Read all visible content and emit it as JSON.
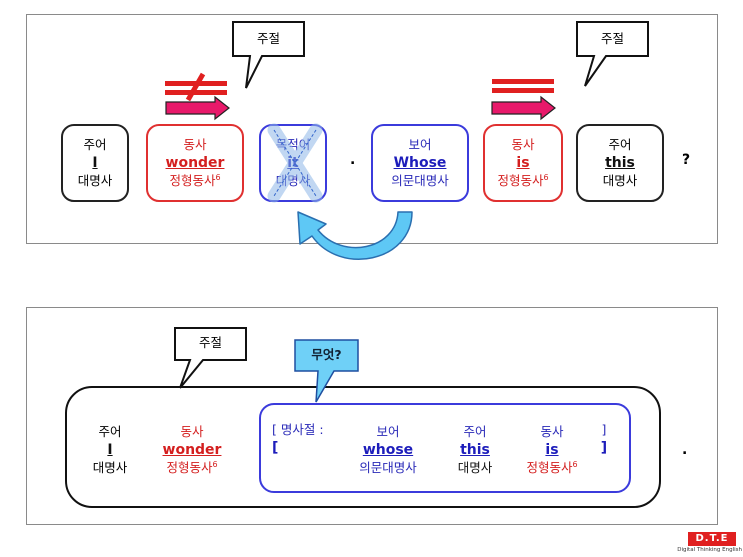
{
  "top": {
    "callout1": "주절",
    "callout2": "주절",
    "subj": {
      "role": "주어",
      "word": "I",
      "pos": "대명사"
    },
    "verb1": {
      "role": "동사",
      "word": "wonder",
      "pos": "정형동사",
      "sup": "6"
    },
    "obj": {
      "role": "목적어",
      "word": "it",
      "pos": "대명사"
    },
    "period": ".",
    "comp": {
      "role": "보어",
      "word": "Whose",
      "pos": "의문대명사"
    },
    "verb2": {
      "role": "동사",
      "word": "is",
      "pos": "정형동사",
      "sup": "6"
    },
    "subj2": {
      "role": "주어",
      "word": "this",
      "pos": "대명사"
    },
    "question": "?"
  },
  "bottom": {
    "callout1": "주절",
    "callout2": "무엇?",
    "subj": {
      "role": "주어",
      "word": "I",
      "pos": "대명사"
    },
    "verb": {
      "role": "동사",
      "word": "wonder",
      "pos": "정형동사",
      "sup": "6"
    },
    "clause_label": "[ 명사절 :",
    "open_bracket": "[",
    "close_bracket_top": "]",
    "close_bracket": "]",
    "comp": {
      "role": "보어",
      "word": "whose",
      "pos": "의문대명사"
    },
    "subj2": {
      "role": "주어",
      "word": "this",
      "pos": "대명사"
    },
    "verb2": {
      "role": "동사",
      "word": "is",
      "pos": "정형동사",
      "sup": "6"
    },
    "period": "."
  },
  "logo": {
    "text": "D.T.E",
    "sub": "Digital Thinking English"
  },
  "colors": {
    "red": "#e03030",
    "blue": "#3b3bdc",
    "arrow": "#e8196a",
    "curve": "#5ec8f5"
  }
}
